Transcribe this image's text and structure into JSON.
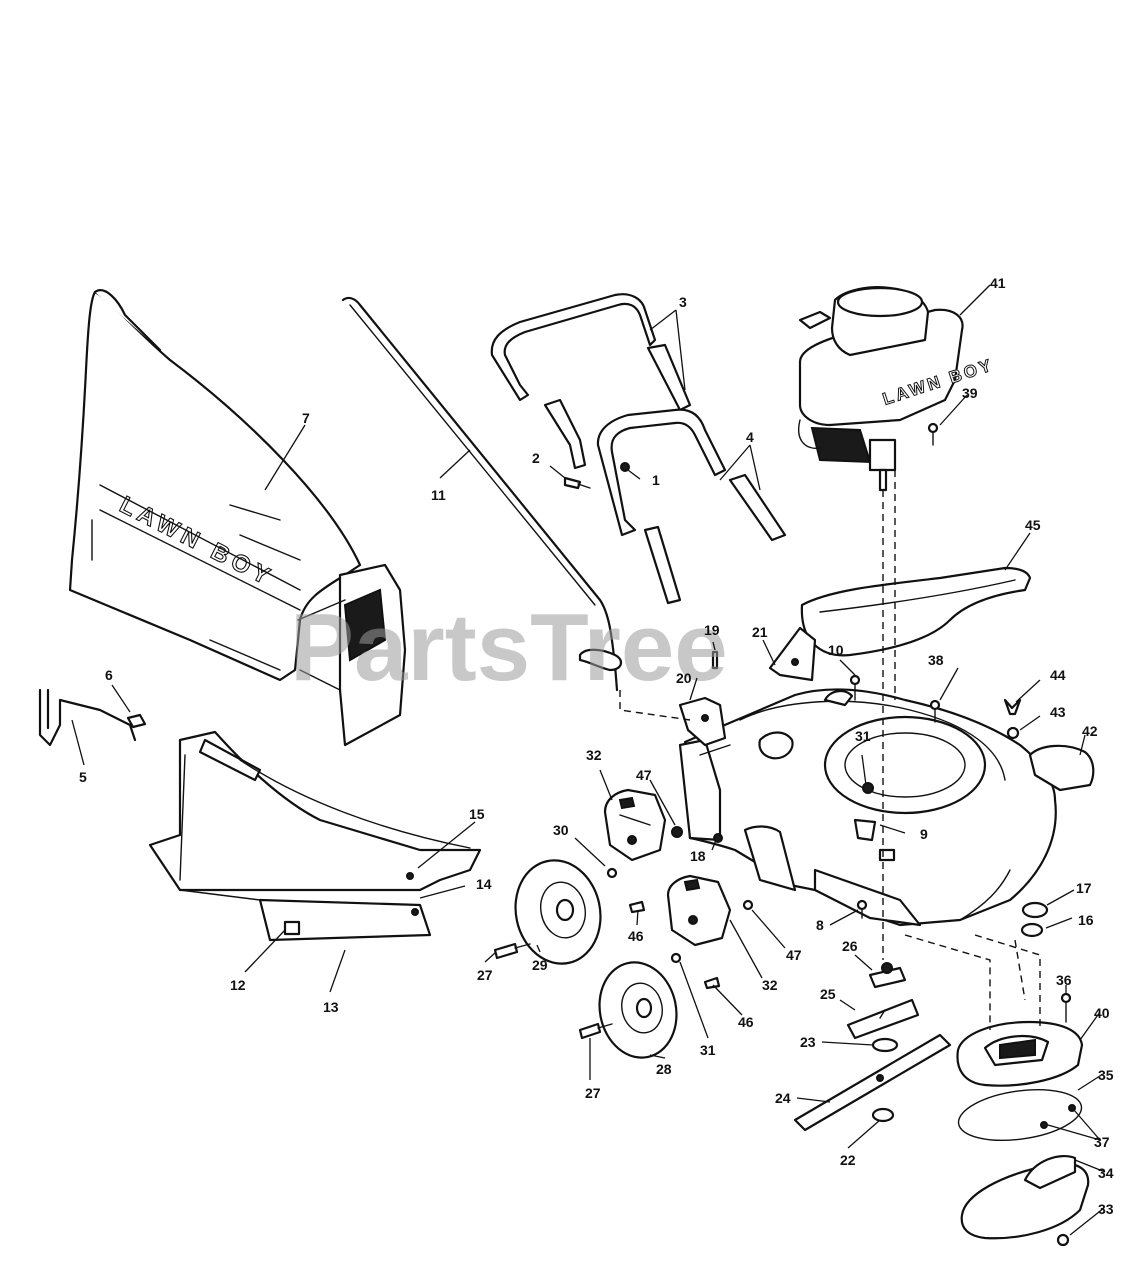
{
  "watermark": "PartsTree",
  "decals": {
    "grass_bag": "LAWN BOY",
    "engine": "LAWN BOY"
  },
  "parts": [
    {
      "id": "c1",
      "label": "1"
    },
    {
      "id": "c2",
      "label": "2"
    },
    {
      "id": "c3",
      "label": "3"
    },
    {
      "id": "c4",
      "label": "4"
    },
    {
      "id": "c5",
      "label": "5"
    },
    {
      "id": "c6",
      "label": "6"
    },
    {
      "id": "c7",
      "label": "7"
    },
    {
      "id": "c8",
      "label": "8"
    },
    {
      "id": "c9",
      "label": "9"
    },
    {
      "id": "c10",
      "label": "10"
    },
    {
      "id": "c11",
      "label": "11"
    },
    {
      "id": "c12",
      "label": "12"
    },
    {
      "id": "c13",
      "label": "13"
    },
    {
      "id": "c14",
      "label": "14"
    },
    {
      "id": "c15",
      "label": "15"
    },
    {
      "id": "c16",
      "label": "16"
    },
    {
      "id": "c17",
      "label": "17"
    },
    {
      "id": "c18",
      "label": "18"
    },
    {
      "id": "c19",
      "label": "19"
    },
    {
      "id": "c20",
      "label": "20"
    },
    {
      "id": "c21",
      "label": "21"
    },
    {
      "id": "c22",
      "label": "22"
    },
    {
      "id": "c23",
      "label": "23"
    },
    {
      "id": "c24",
      "label": "24"
    },
    {
      "id": "c25",
      "label": "25"
    },
    {
      "id": "c26",
      "label": "26"
    },
    {
      "id": "c27a",
      "label": "27"
    },
    {
      "id": "c27b",
      "label": "27"
    },
    {
      "id": "c28",
      "label": "28"
    },
    {
      "id": "c29",
      "label": "29"
    },
    {
      "id": "c30",
      "label": "30"
    },
    {
      "id": "c31a",
      "label": "31"
    },
    {
      "id": "c31b",
      "label": "31"
    },
    {
      "id": "c32a",
      "label": "32"
    },
    {
      "id": "c32b",
      "label": "32"
    },
    {
      "id": "c33",
      "label": "33"
    },
    {
      "id": "c34",
      "label": "34"
    },
    {
      "id": "c35",
      "label": "35"
    },
    {
      "id": "c36",
      "label": "36"
    },
    {
      "id": "c37",
      "label": "37"
    },
    {
      "id": "c38",
      "label": "38"
    },
    {
      "id": "c39",
      "label": "39"
    },
    {
      "id": "c40",
      "label": "40"
    },
    {
      "id": "c41",
      "label": "41"
    },
    {
      "id": "c42",
      "label": "42"
    },
    {
      "id": "c43",
      "label": "43"
    },
    {
      "id": "c44",
      "label": "44"
    },
    {
      "id": "c45",
      "label": "45"
    },
    {
      "id": "c46a",
      "label": "46"
    },
    {
      "id": "c46b",
      "label": "46"
    },
    {
      "id": "c47a",
      "label": "47"
    },
    {
      "id": "c47b",
      "label": "47"
    }
  ]
}
